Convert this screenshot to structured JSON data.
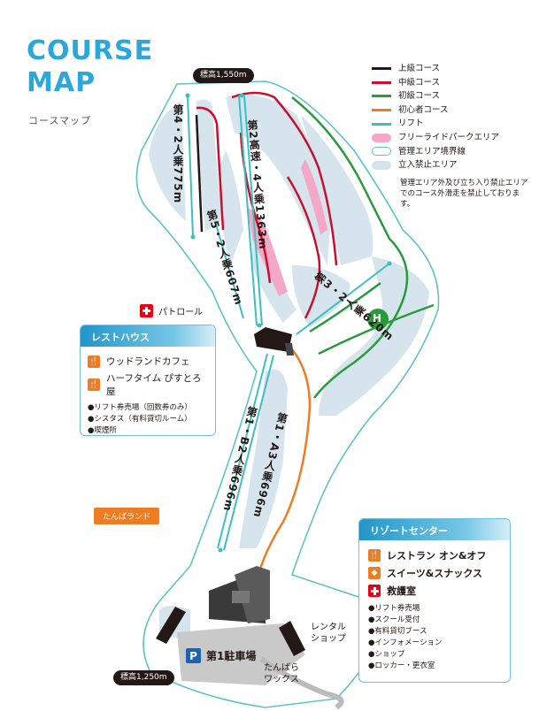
{
  "title": {
    "line1": "COURSE",
    "line2": "MAP",
    "subtitle": "コースマップ"
  },
  "altitude_top": "標高1,550m",
  "altitude_bottom": "標高1,250m",
  "legend": {
    "items": [
      {
        "label": "上級コース",
        "kind": "line",
        "color": "#231815"
      },
      {
        "label": "中級コース",
        "kind": "line",
        "color": "#c8102e"
      },
      {
        "label": "初級コース",
        "kind": "line",
        "color": "#2b9a3e"
      },
      {
        "label": "初心者コース",
        "kind": "line",
        "color": "#ee7d21"
      },
      {
        "label": "リフト",
        "kind": "line",
        "color": "#3cbfc0"
      },
      {
        "label": "フリーライドパークエリア",
        "kind": "area",
        "color": "#f4a8c8"
      },
      {
        "label": "管理エリア境界線",
        "kind": "bound",
        "color": "#5ec3c6"
      },
      {
        "label": "立入禁止エリア",
        "kind": "area",
        "color": "#d5e4ed"
      }
    ],
    "note": "管理エリア外及び立ち入り禁止エリアでのコース外滑走を禁止しております。"
  },
  "lifts": [
    {
      "id": "lift4",
      "label": "第4・2人乗775m"
    },
    {
      "id": "lift2",
      "label": "第2高速・4人乗1363m"
    },
    {
      "id": "lift5",
      "label": "第5・2人乗607m"
    },
    {
      "id": "lift3",
      "label": "第3・2人乗620m"
    },
    {
      "id": "lift1b",
      "label": "第1・B2人乗696m"
    },
    {
      "id": "lift1a",
      "label": "第1・A3人乗696m"
    }
  ],
  "helipad": "H",
  "patrol": "パトロール",
  "rest_house": {
    "title": "レストハウス",
    "facilities": [
      "ウッドランドカフェ",
      "ハーフタイム ぴすとろ屋"
    ],
    "bullets": [
      "●リフト券売場（回数券のみ）",
      "●シスタス（有料貸切ルーム）",
      "●喫煙所"
    ]
  },
  "resort_center": {
    "title": "リゾートセンター",
    "facilities": [
      {
        "label": "レストラン オン&オフ",
        "icon": "food"
      },
      {
        "label": "スイーツ&スナックス",
        "icon": "sweets"
      },
      {
        "label": "救護室",
        "icon": "first-aid"
      }
    ],
    "bullets": [
      "●リフト券売場",
      "●スクール受付",
      "●有料貸切ブース",
      "●インフォメーション",
      "●ショップ",
      "●ロッカー・更衣室"
    ]
  },
  "tanbaland": "たんばランド",
  "rental_shop": {
    "line1": "レンタル",
    "line2": "ショップ"
  },
  "tanbara_waxes": {
    "line1": "たんばら",
    "line2": "ワックス"
  },
  "parking": {
    "icon": "P",
    "label": "第1駐車場"
  }
}
